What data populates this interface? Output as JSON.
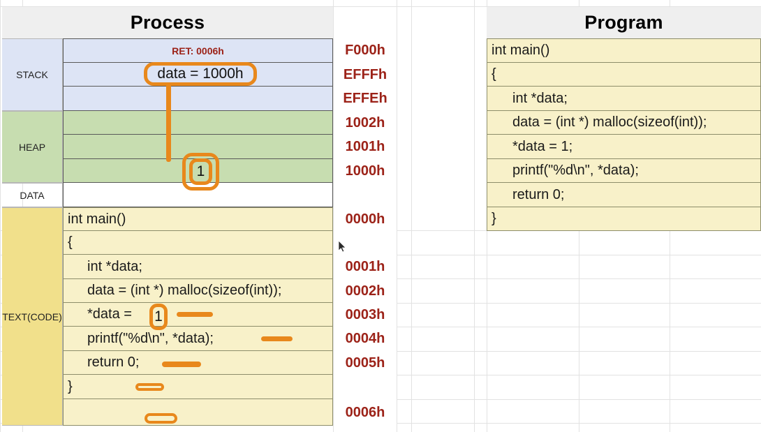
{
  "headers": {
    "process": "Process",
    "program": "Program"
  },
  "segments": [
    {
      "name": "STACK",
      "color": "#dde4f5"
    },
    {
      "name": "HEAP",
      "color": "#c7ddb0"
    },
    {
      "name": "DATA",
      "color": "#eeca a4"
    },
    {
      "name": "TEXT(CODE)",
      "color": "#f1e08b"
    }
  ],
  "memory_rows": [
    {
      "segment": "STACK",
      "content": "RET: 0006h",
      "address": "F000h"
    },
    {
      "segment": "STACK",
      "content": "",
      "address": "EFFFh"
    },
    {
      "segment": "STACK",
      "content": "",
      "address": "EFFEh"
    },
    {
      "segment": "HEAP",
      "content": "",
      "address": "1002h"
    },
    {
      "segment": "HEAP",
      "content": "",
      "address": "1001h"
    },
    {
      "segment": "HEAP",
      "content": "",
      "address": "1000h"
    },
    {
      "segment": "DATA",
      "content": "",
      "address": ""
    }
  ],
  "code_rows": [
    {
      "text": "int main()",
      "address": "0000h",
      "indent": false
    },
    {
      "text": "{",
      "address": "",
      "indent": false
    },
    {
      "text": "int *data;",
      "address": "0001h",
      "indent": true
    },
    {
      "text": "data = (int *) malloc(sizeof(int));",
      "address": "0002h",
      "indent": true
    },
    {
      "text": "*data =",
      "address": "0003h",
      "indent": true
    },
    {
      "text": "printf(\"%d\\n\", *data);",
      "address": "0004h",
      "indent": true
    },
    {
      "text": "return 0;",
      "address": "0005h",
      "indent": true
    },
    {
      "text": "}",
      "address": "",
      "indent": false
    },
    {
      "text": "",
      "address": "0006h",
      "indent": false
    }
  ],
  "program_rows": [
    {
      "text": "int main()",
      "indent": false
    },
    {
      "text": "{",
      "indent": false
    },
    {
      "text": "int *data;",
      "indent": true
    },
    {
      "text": "data = (int *) malloc(sizeof(int));",
      "indent": true
    },
    {
      "text": "*data = 1;",
      "indent": true
    },
    {
      "text": "printf(\"%d\\n\", *data);",
      "indent": true
    },
    {
      "text": "return 0;",
      "indent": true
    },
    {
      "text": "}",
      "indent": false
    }
  ],
  "annotations": {
    "accent_color": "#e8881c",
    "stack_pointer_label": "data = 1000h",
    "heap_value": "1",
    "code_value": "1"
  }
}
